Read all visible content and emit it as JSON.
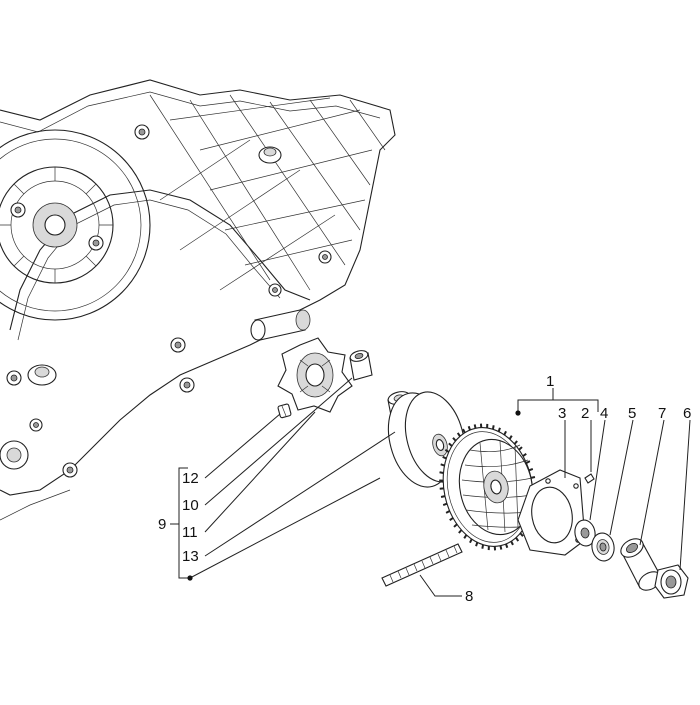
{
  "callouts": {
    "c1": "1",
    "c2": "2",
    "c3": "3",
    "c4": "4",
    "c5": "5",
    "c6": "6",
    "c7": "7",
    "c8": "8",
    "c9": "9",
    "c10": "10",
    "c11": "11",
    "c12": "12",
    "c13": "13"
  },
  "colors": {
    "line": "#222222",
    "background": "#ffffff",
    "shade": "#d9d9d9"
  }
}
